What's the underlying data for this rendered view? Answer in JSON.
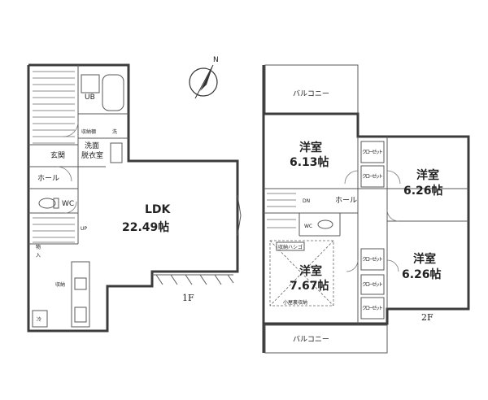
{
  "floor1": {
    "label": "1F",
    "rooms": {
      "ldk_name": "LDK",
      "ldk_size": "22.49帖",
      "ub": "UB",
      "storage_shelf": "収納棚",
      "washer": "洗",
      "washroom_line1": "洗面",
      "washroom_line2": "脱衣室",
      "entrance": "玄関",
      "hall": "ホール",
      "wc": "WC",
      "up": "UP",
      "storage_line1": "物",
      "storage_line2": "入",
      "pantry": "収納",
      "fridge": "冷"
    }
  },
  "floor2": {
    "label": "2F",
    "rooms": {
      "balcony_top": "バルコニー",
      "balcony_bottom": "バルコニー",
      "bed1_name": "洋室",
      "bed1_size": "6.13帖",
      "bed2_name": "洋室",
      "bed2_size": "6.26帖",
      "bed3_name": "洋室",
      "bed3_size": "7.67帖",
      "bed4_name": "洋室",
      "bed4_size": "6.26帖",
      "dn": "DN",
      "hall": "ホール",
      "wc": "WC",
      "storage_hatch": "収納ハシゴ",
      "attic": "小屋裏収納",
      "closet_1": "クローゼット",
      "closet_2": "クローゼット",
      "closet_3": "クローゼット",
      "closet_4": "クローゼット",
      "closet_5": "クローゼット"
    }
  },
  "compass": {
    "label": "N",
    "icon": "north-arrow-icon"
  }
}
